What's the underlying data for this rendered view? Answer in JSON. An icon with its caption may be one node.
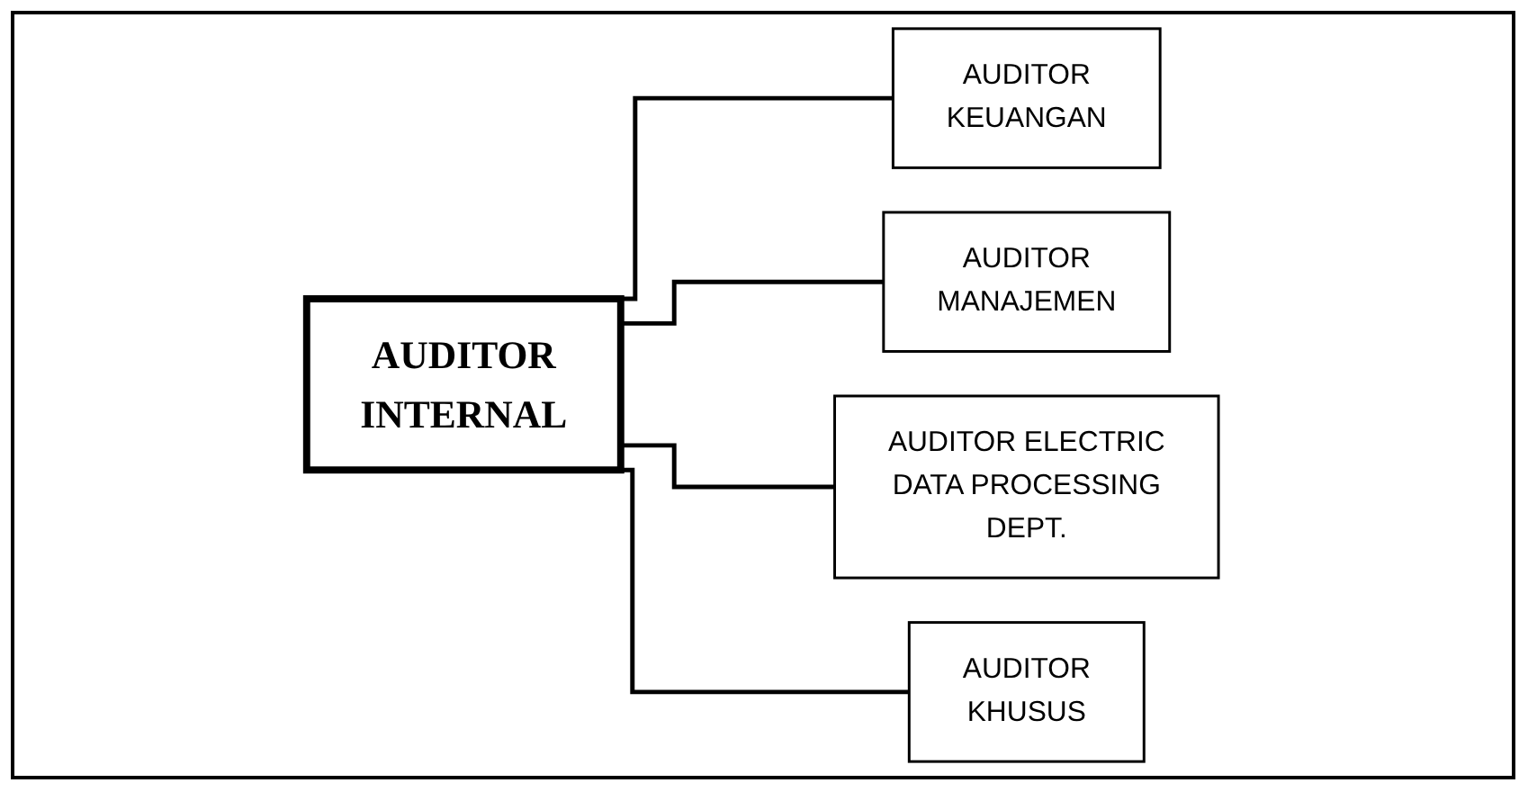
{
  "diagram": {
    "nodes": [
      {
        "text": [
          "AUDITOR INTERNAL"
        ]
      },
      {
        "text": [
          "AUDITOR KEUANGAN"
        ]
      },
      {
        "text": [
          "AUDITOR MANAJEMEN"
        ]
      },
      {
        "text": [
          "AUDITOR ELECTRIC DATA PROCESSING DEPT."
        ]
      },
      {
        "text": [
          "AUDITOR KHUSUS"
        ]
      }
    ],
    "edges": [
      {
        "from": 0,
        "to": 1,
        "arrow": "none"
      },
      {
        "from": 0,
        "to": 2,
        "arrow": "none"
      },
      {
        "from": 0,
        "to": 3,
        "arrow": "none"
      },
      {
        "from": 0,
        "to": 4,
        "arrow": "none"
      }
    ]
  }
}
